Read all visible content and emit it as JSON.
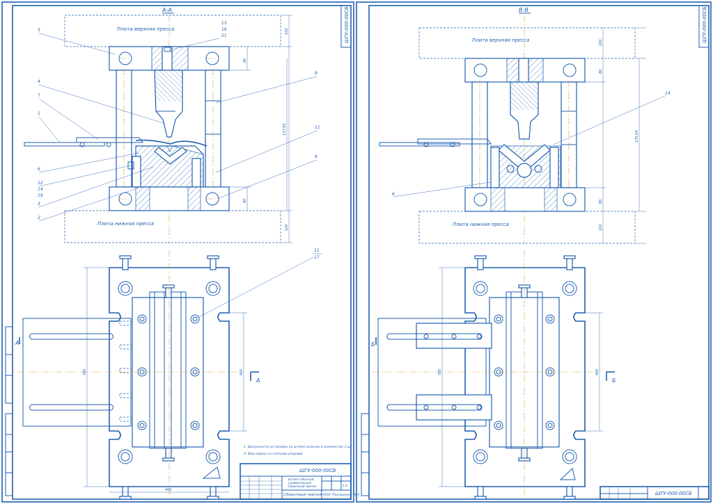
{
  "sheet_left": {
    "section_title": "А-А",
    "doc_code_vertical": "ШГУ-000-00СБ",
    "upper_plate": "Плита верхняя пресса",
    "lower_plate": "Плита нижняя пресса",
    "callouts": [
      "5",
      "15",
      "16",
      "21",
      "4",
      "9",
      "7",
      "1",
      "11",
      "6",
      "12",
      "14",
      "19",
      "8",
      "3",
      "2"
    ],
    "callout_top": "11",
    "callout_bottom": "17",
    "dims": {
      "d1": "100",
      "d2": "80",
      "d3": "137,93",
      "d4": "80",
      "d5": "100",
      "d6": "700",
      "d7": "400",
      "d8": "400"
    },
    "cut_label": "А",
    "notes": [
      "1. Допускается установка на штамп колонок в количестве 3 шт.",
      "2. Вид сверху со снятыми упорами"
    ],
    "title_block": {
      "code": "ШГУ-000-00СБ",
      "name_line1": "Штамп гибочный",
      "name_line2": "универсальный",
      "name_line3": "Сборочный чертеж",
      "sheet_kind": "Сборочный чертеж",
      "org": "ООО \"Роспромэкс\" №5",
      "scale": "1:2"
    }
  },
  "sheet_right": {
    "section_title": "В-В",
    "doc_code_vertical": "ШГУ-000-00СБ",
    "upper_plate": "Плита верхняя пресса",
    "lower_plate": "Плита нижняя пресса",
    "callout_14": "14",
    "callout_6": "6",
    "dims": {
      "d1": "100",
      "d2": "80",
      "d3": "170,64",
      "d4": "80",
      "d5": "100",
      "d6": "700",
      "d7": "400"
    },
    "cut_label": "Б",
    "title_code": "ШГУ-000-00СБ"
  }
}
